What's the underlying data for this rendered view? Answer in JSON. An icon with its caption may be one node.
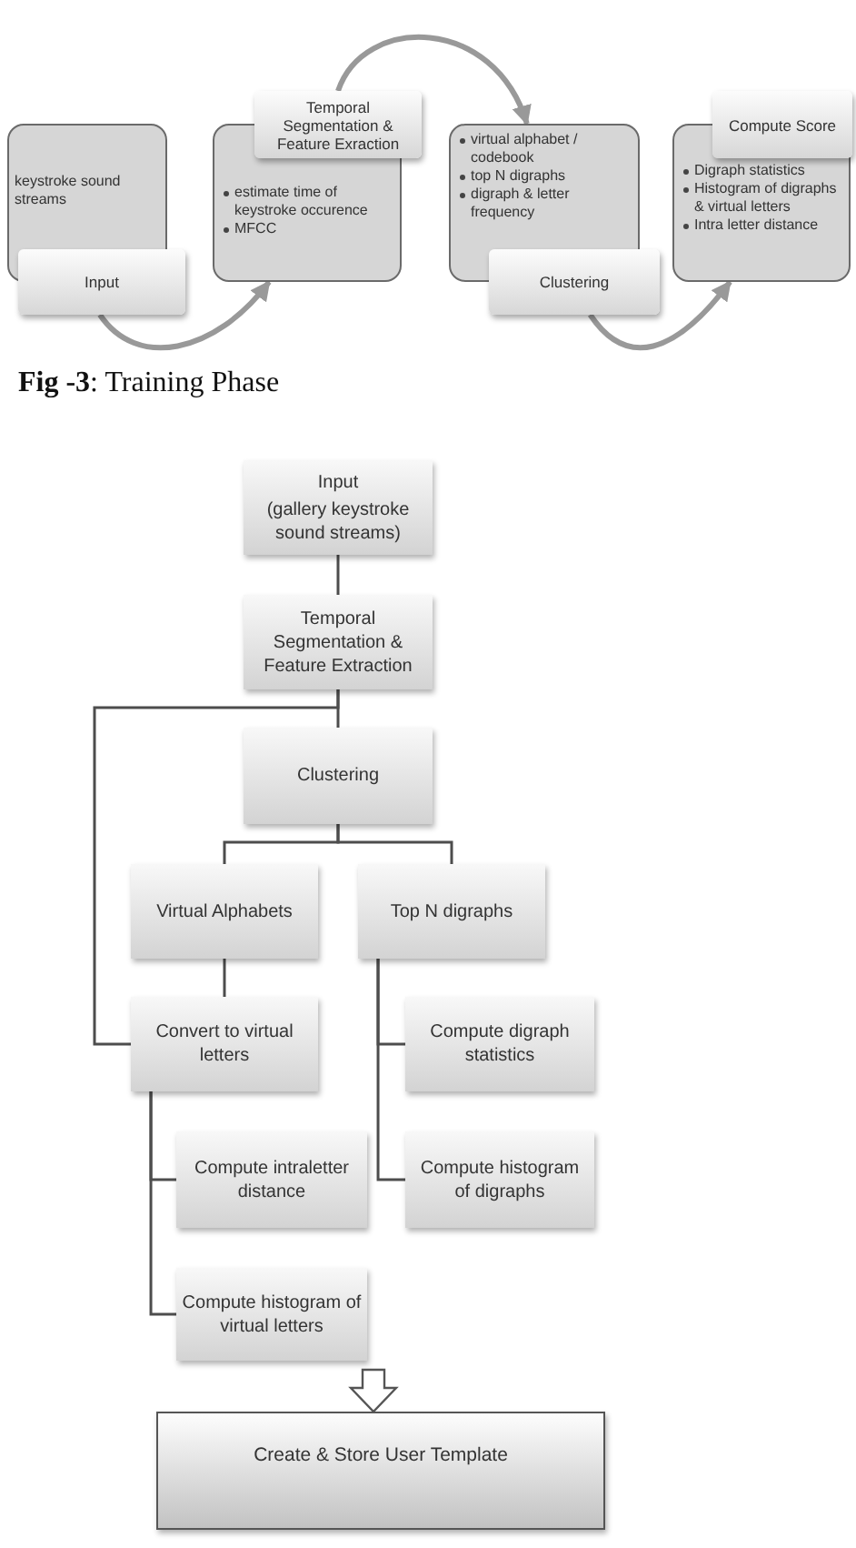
{
  "diagram": {
    "caption": "**Fig -3**: Training Phase",
    "nodes": [
      {
        "text": [
          "keystroke sound streams",
          "Input"
        ]
      },
      {
        "text": [
          "Temporal Segmentation & Feature Exraction",
          "estimate time of keystroke occurence",
          "MFCC"
        ]
      },
      {
        "text": [
          "virtual alphabet / codebook",
          "top N digraphs",
          "digraph & letter frequency",
          "Clustering"
        ]
      },
      {
        "text": [
          "Compute Score",
          "Digraph statistics",
          "Histogram of digraphs & virtual letters",
          "Intra letter distance"
        ]
      },
      {
        "text": [
          "Input",
          "(gallery keystroke sound streams)"
        ]
      },
      {
        "text": [
          "Temporal Segmentation & Feature Extraction"
        ]
      },
      {
        "text": [
          "Clustering"
        ]
      },
      {
        "text": [
          "Virtual Alphabets"
        ]
      },
      {
        "text": [
          "Top N digraphs"
        ]
      },
      {
        "text": [
          "Convert to virtual letters"
        ]
      },
      {
        "text": [
          "Compute digraph statistics"
        ]
      },
      {
        "text": [
          "Compute intraletter distance"
        ]
      },
      {
        "text": [
          "Compute histogram of digraphs"
        ]
      },
      {
        "text": [
          "Compute histogram of virtual letters"
        ]
      },
      {
        "text": [
          "Create & Store User Template"
        ]
      }
    ],
    "edges": [
      {
        "from": 0,
        "to": 1,
        "arrow": "to",
        "style": "thick",
        "color": "#999999"
      },
      {
        "from": 1,
        "to": 2,
        "arrow": "to",
        "style": "thick",
        "color": "#999999"
      },
      {
        "from": 2,
        "to": 3,
        "arrow": "to",
        "style": "thick",
        "color": "#999999"
      },
      {
        "from": 4,
        "to": 5,
        "arrow": "none"
      },
      {
        "from": 5,
        "to": 6,
        "arrow": "none"
      },
      {
        "from": 5,
        "to": 9,
        "arrow": "none"
      },
      {
        "from": 6,
        "to": 7,
        "arrow": "none"
      },
      {
        "from": 6,
        "to": 8,
        "arrow": "none"
      },
      {
        "from": 7,
        "to": 9,
        "arrow": "none"
      },
      {
        "from": 9,
        "to": 11,
        "arrow": "none"
      },
      {
        "from": 9,
        "to": 13,
        "arrow": "none"
      },
      {
        "from": 8,
        "to": 10,
        "arrow": "none"
      },
      {
        "from": 8,
        "to": 12,
        "arrow": "none"
      },
      {
        "from": null,
        "to": 14,
        "arrow": "to",
        "style": "thick"
      }
    ]
  }
}
